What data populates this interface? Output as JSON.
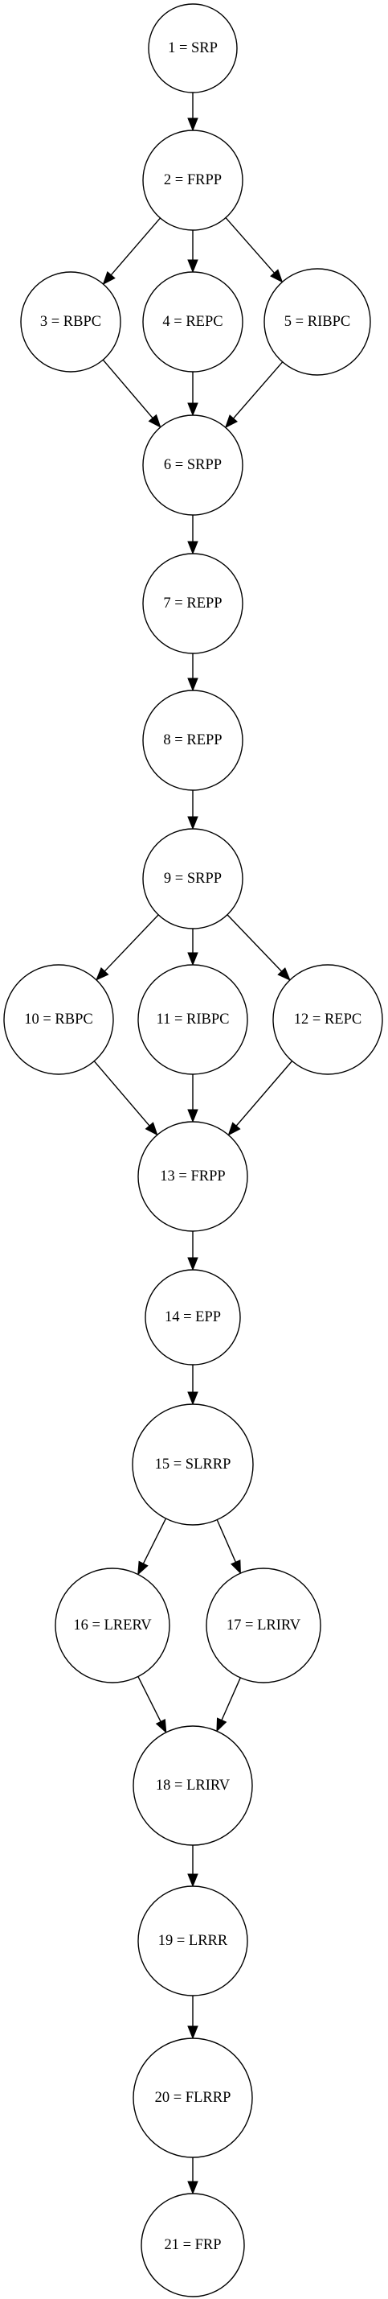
{
  "diagram": {
    "type": "directed-graph",
    "nodes": [
      {
        "id": "1",
        "label": "1 = SRP"
      },
      {
        "id": "2",
        "label": "2 = FRPP"
      },
      {
        "id": "3",
        "label": "3 = RBPC"
      },
      {
        "id": "4",
        "label": "4 = REPC"
      },
      {
        "id": "5",
        "label": "5 = RIBPC"
      },
      {
        "id": "6",
        "label": "6 = SRPP"
      },
      {
        "id": "7",
        "label": "7 = REPP"
      },
      {
        "id": "8",
        "label": "8 = REPP"
      },
      {
        "id": "9",
        "label": "9 = SRPP"
      },
      {
        "id": "10",
        "label": "10 = RBPC"
      },
      {
        "id": "11",
        "label": "11 = RIBPC"
      },
      {
        "id": "12",
        "label": "12 = REPC"
      },
      {
        "id": "13",
        "label": "13 = FRPP"
      },
      {
        "id": "14",
        "label": "14 = EPP"
      },
      {
        "id": "15",
        "label": "15 = SLRRP"
      },
      {
        "id": "16",
        "label": "16 = LRERV"
      },
      {
        "id": "17",
        "label": "17 = LRIRV"
      },
      {
        "id": "18",
        "label": "18 = LRIRV"
      },
      {
        "id": "19",
        "label": "19 = LRRR"
      },
      {
        "id": "20",
        "label": "20 = FLRRP"
      },
      {
        "id": "21",
        "label": "21 = FRP"
      }
    ],
    "edges": [
      {
        "from": "1",
        "to": "2"
      },
      {
        "from": "2",
        "to": "3"
      },
      {
        "from": "2",
        "to": "4"
      },
      {
        "from": "2",
        "to": "5"
      },
      {
        "from": "3",
        "to": "6"
      },
      {
        "from": "4",
        "to": "6"
      },
      {
        "from": "5",
        "to": "6"
      },
      {
        "from": "6",
        "to": "7"
      },
      {
        "from": "7",
        "to": "8"
      },
      {
        "from": "8",
        "to": "9"
      },
      {
        "from": "9",
        "to": "10"
      },
      {
        "from": "9",
        "to": "11"
      },
      {
        "from": "9",
        "to": "12"
      },
      {
        "from": "10",
        "to": "13"
      },
      {
        "from": "11",
        "to": "13"
      },
      {
        "from": "12",
        "to": "13"
      },
      {
        "from": "13",
        "to": "14"
      },
      {
        "from": "14",
        "to": "15"
      },
      {
        "from": "15",
        "to": "16"
      },
      {
        "from": "15",
        "to": "17"
      },
      {
        "from": "16",
        "to": "18"
      },
      {
        "from": "17",
        "to": "18"
      },
      {
        "from": "18",
        "to": "19"
      },
      {
        "from": "19",
        "to": "20"
      },
      {
        "from": "20",
        "to": "21"
      }
    ]
  },
  "colors": {
    "background": "#ffffff",
    "stroke": "#000000",
    "text": "#000000"
  }
}
